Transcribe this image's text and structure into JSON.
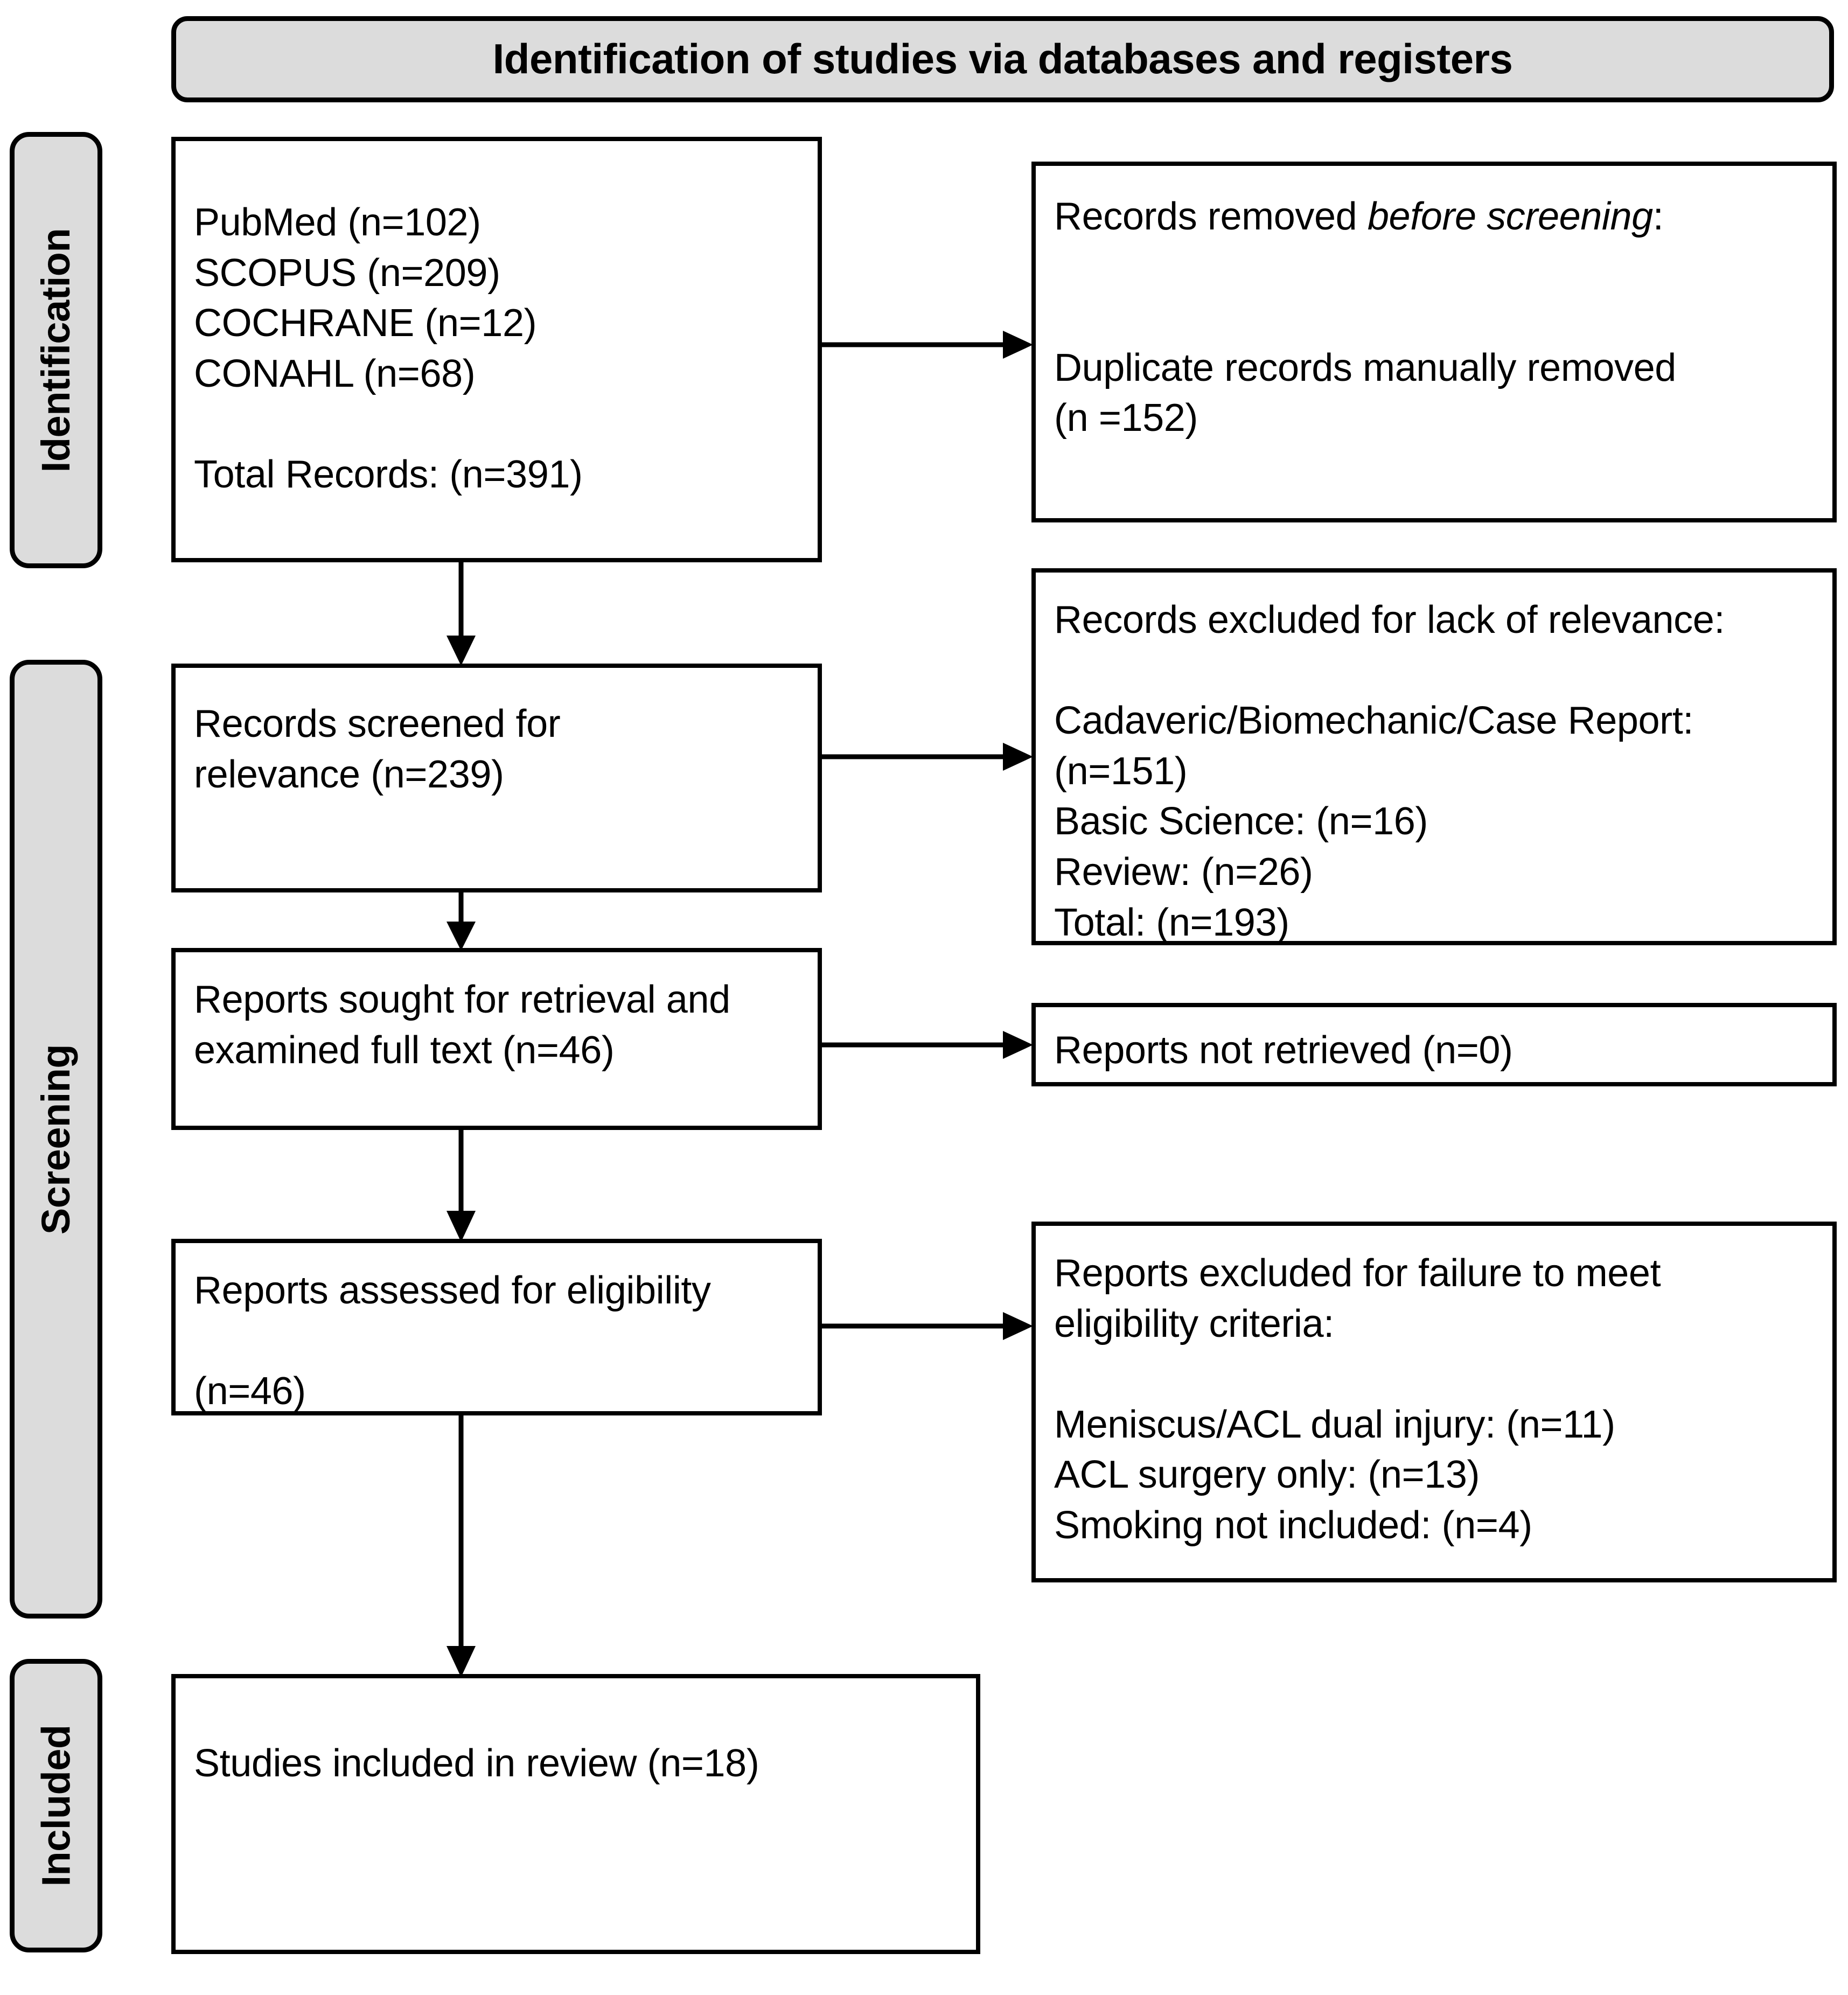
{
  "diagram": {
    "type": "prisma-flow-diagram",
    "header": {
      "title": "Identification of studies via databases and registers"
    },
    "stages": [
      {
        "id": "identification",
        "label": "Identification"
      },
      {
        "id": "screening",
        "label": "Screening"
      },
      {
        "id": "included",
        "label": "Included"
      }
    ],
    "boxes": {
      "records_identified": {
        "lines": [
          "PubMed (n=102)",
          "SCOPUS (n=209)",
          "COCHRANE (n=12)",
          "CONAHL (n=68)",
          "",
          "Total Records: (n=391)"
        ]
      },
      "records_removed": {
        "heading_plain": "Records removed ",
        "heading_italic": "before screening",
        "heading_suffix": ":",
        "lines": [
          "",
          "",
          "Duplicate records manually removed",
          "(n =152)"
        ]
      },
      "records_screened": {
        "lines": [
          "Records screened for",
          "relevance (n=239)"
        ]
      },
      "records_excluded_relevance": {
        "lines": [
          "Records excluded for lack of relevance:",
          "",
          "Cadaveric/Biomechanic/Case Report:",
          "(n=151)",
          "Basic Science: (n=16)",
          "Review: (n=26)",
          "Total: (n=193)"
        ]
      },
      "reports_sought": {
        "lines": [
          "Reports sought for retrieval and",
          "examined full text (n=46)"
        ]
      },
      "reports_not_retrieved": {
        "lines": [
          "Reports not retrieved (n=0)"
        ]
      },
      "reports_assessed": {
        "lines": [
          "Reports assessed for eligibility",
          "",
          "(n=46)"
        ]
      },
      "reports_excluded_eligibility": {
        "lines": [
          "Reports excluded for failure to meet",
          "eligibility criteria:",
          "",
          "Meniscus/ACL dual injury: (n=11)",
          "ACL surgery only: (n=13)",
          "Smoking not included: (n=4)"
        ]
      },
      "studies_included": {
        "lines": [
          "Studies included in review (n=18)"
        ]
      }
    },
    "counts": {
      "pubmed": 102,
      "scopus": 209,
      "cochrane": 12,
      "conahl": 68,
      "total_records": 391,
      "duplicates_removed": 152,
      "records_screened": 239,
      "excluded_cadaveric_biomechanic_case_report": 151,
      "excluded_basic_science": 16,
      "excluded_review": 26,
      "excluded_total": 193,
      "reports_sought": 46,
      "reports_not_retrieved": 0,
      "reports_assessed": 46,
      "excluded_meniscus_acl_dual_injury": 11,
      "excluded_acl_surgery_only": 13,
      "excluded_smoking_not_included": 4,
      "studies_included": 18
    },
    "colors": {
      "stage_fill": "#dcdcdc",
      "box_fill": "#ffffff",
      "stroke": "#000000",
      "page_background": "#ffffff"
    }
  }
}
